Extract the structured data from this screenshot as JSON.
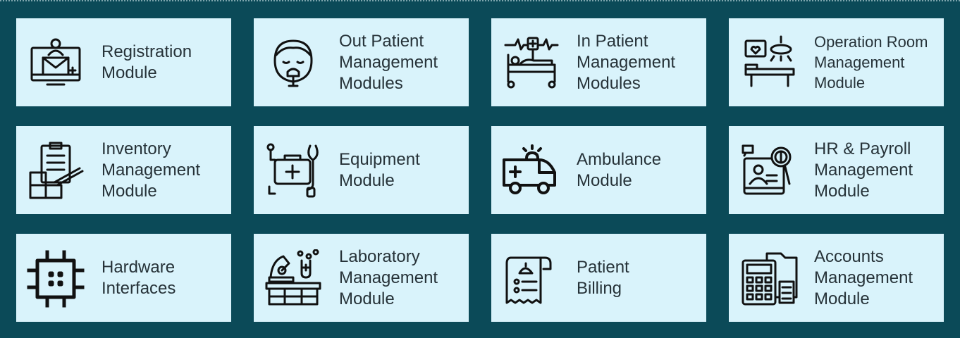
{
  "modules": [
    {
      "icon": "registration-icon",
      "lines": [
        "Registration",
        "Module"
      ]
    },
    {
      "icon": "out-patient-icon",
      "lines": [
        "Out Patient",
        "Management",
        "Modules"
      ]
    },
    {
      "icon": "in-patient-icon",
      "lines": [
        "In Patient",
        "Management",
        "Modules"
      ]
    },
    {
      "icon": "operation-room-icon",
      "lines": [
        "Operation Room",
        "Management",
        "Module"
      ]
    },
    {
      "icon": "inventory-icon",
      "lines": [
        "Inventory",
        "Management",
        "Module"
      ]
    },
    {
      "icon": "equipment-icon",
      "lines": [
        "Equipment",
        "Module"
      ]
    },
    {
      "icon": "ambulance-icon",
      "lines": [
        "Ambulance",
        "Module"
      ]
    },
    {
      "icon": "hr-payroll-icon",
      "lines": [
        "HR & Payroll",
        "Management",
        "Module"
      ]
    },
    {
      "icon": "hardware-chip-icon",
      "lines": [
        "Hardware",
        "Interfaces"
      ]
    },
    {
      "icon": "laboratory-icon",
      "lines": [
        "Laboratory",
        "Management",
        "Module"
      ]
    },
    {
      "icon": "billing-receipt-icon",
      "lines": [
        "Patient",
        "Billing"
      ]
    },
    {
      "icon": "accounts-calculator-icon",
      "lines": [
        "Accounts",
        "Management",
        "Module"
      ]
    }
  ],
  "colors": {
    "background": "#0b4a58",
    "card": "#d9f3fb",
    "text": "#263238",
    "icon": "#111111"
  }
}
